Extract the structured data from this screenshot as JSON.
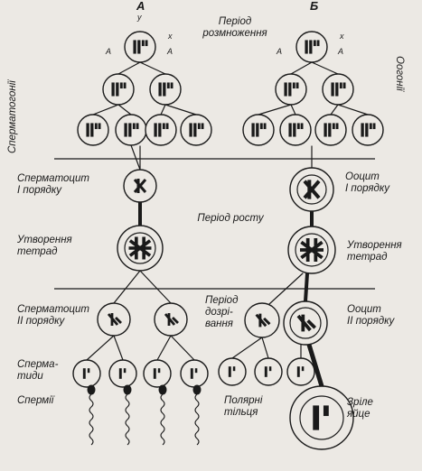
{
  "header": {
    "col_a": "А",
    "col_b": "Б"
  },
  "axis_labels": {
    "y": "y",
    "x_a": "x",
    "a_left": "A",
    "a_right": "A",
    "x_b": "x",
    "b_left": "A",
    "b_right": "A"
  },
  "periods": {
    "reproduction": "Період\nрозмноження",
    "growth": "Період росту",
    "maturation": "Період\nдозрі-\nвання"
  },
  "side_labels": {
    "left": "Сперматогонії",
    "right": "Оогонії"
  },
  "labels_left": {
    "spermatocyte1": "Сперматоцит\nI порядку",
    "tetrad": "Утворення\nтетрад",
    "spermatocyte2": "Сперматоцит\nII порядку",
    "spermatids": "Сперма-\nтиди",
    "sperm": "Спермії"
  },
  "labels_right": {
    "oocyte1": "Ооцит\nI порядку",
    "tetrad": "Утворення\nтетрад",
    "oocyte2": "Ооцит\nII порядку",
    "polar_bodies": "Полярні\nтільця",
    "mature_egg": "Зріле\nяйце"
  },
  "colors": {
    "ink": "#1a1a1a",
    "paper": "#ece9e4"
  }
}
